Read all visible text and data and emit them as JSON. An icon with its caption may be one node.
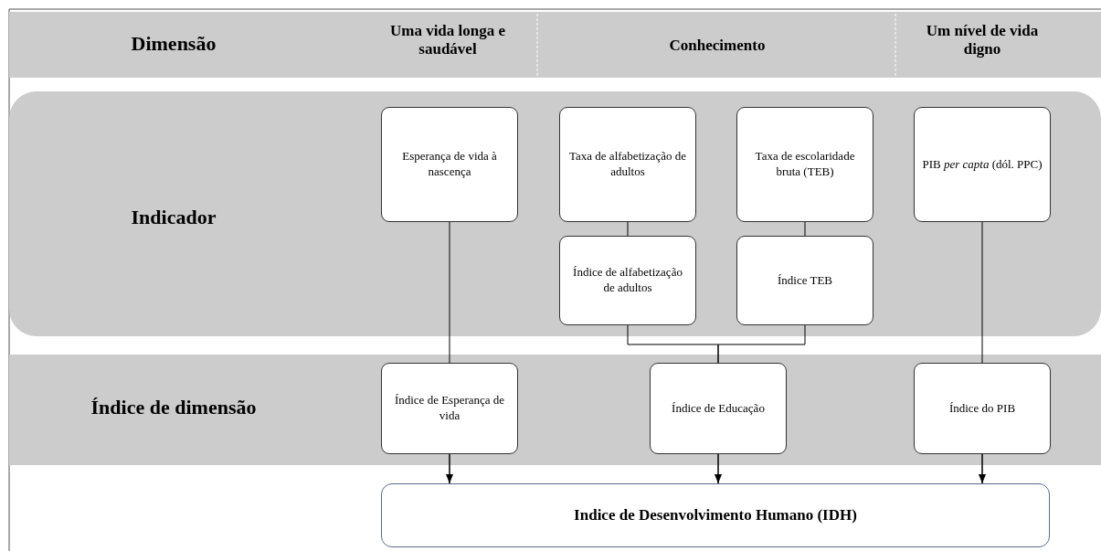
{
  "diagram": {
    "nodes": [
      {
        "text": [
          "Dimensão",
          "Uma vida longa e saudável",
          "Conhecimento",
          "Um nível de vida digno"
        ]
      },
      {
        "text": [
          "Indicador"
        ]
      },
      {
        "text": [
          "Esperança de vida à nascença"
        ],
        "in": 1
      },
      {
        "text": [
          "Taxa de alfabetização de adultos"
        ],
        "in": 1
      },
      {
        "text": [
          "Taxa de escolaridade bruta (TEB)"
        ],
        "in": 1
      },
      {
        "text": [
          "PIB *per capta* (dól. PPC)"
        ],
        "in": 1
      },
      {
        "text": [
          "Índice de alfabetização de adultos"
        ],
        "in": 1
      },
      {
        "text": [
          "Índice TEB"
        ],
        "in": 1
      },
      {
        "text": [
          "Índice de dimensão"
        ]
      },
      {
        "text": [
          "Índice de Esperança de vida"
        ],
        "in": 8
      },
      {
        "text": [
          "Índice de Educação"
        ],
        "in": 8
      },
      {
        "text": [
          "Índice do PIB"
        ],
        "in": 8
      },
      {
        "text": [
          "Indice de Desenvolvimento Humano (IDH)"
        ]
      }
    ],
    "edges": [
      {
        "from": 2,
        "to": 9,
        "arrow": "none"
      },
      {
        "from": 3,
        "to": 6,
        "arrow": "none"
      },
      {
        "from": 4,
        "to": 7,
        "arrow": "none"
      },
      {
        "from": 6,
        "to": 10,
        "arrow": "none"
      },
      {
        "from": 7,
        "to": 10,
        "arrow": "none"
      },
      {
        "from": 5,
        "to": 11,
        "arrow": "none"
      },
      {
        "from": 9,
        "to": 12,
        "arrow": "to"
      },
      {
        "from": 10,
        "to": 12,
        "arrow": "to"
      },
      {
        "from": 11,
        "to": 12,
        "arrow": "to"
      }
    ]
  }
}
